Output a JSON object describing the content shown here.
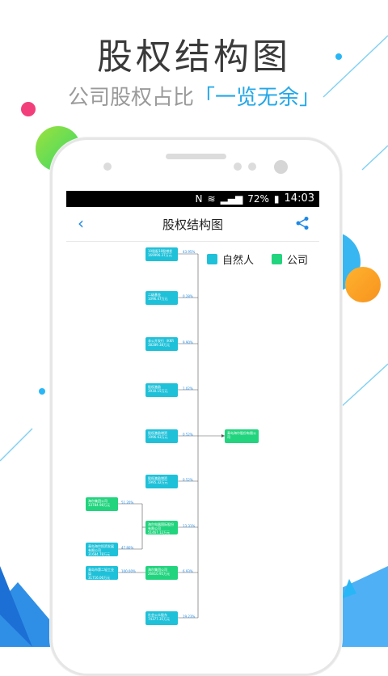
{
  "headline": "股权结构图",
  "subtitle": {
    "prefix": "公司股权占比",
    "highlight": "「一览无余」"
  },
  "status": {
    "time": "14:03",
    "battery": "72%"
  },
  "nav": {
    "title": "股权结构图"
  },
  "legend": [
    {
      "label": "自然人",
      "color": "#1fc1d9"
    },
    {
      "label": "公司",
      "color": "#22d47e"
    }
  ],
  "chart_data": {
    "type": "tree",
    "root": {
      "name": "青岛海尔股份有限公司"
    },
    "shareholders": [
      {
        "name": "10股配10股增发",
        "amount": "169996.37万元",
        "pct": "43.95%",
        "kind": "person"
      },
      {
        "name": "二级基金",
        "amount": "1096.47万元",
        "pct": "0.28%",
        "kind": "person"
      },
      {
        "name": "非公开发行（KKR",
        "amount": "38289.38万元",
        "pct": "9.90%",
        "kind": "person"
      },
      {
        "name": "股权激励",
        "amount": "3930.15万元",
        "pct": "1.02%",
        "kind": "person"
      },
      {
        "name": "股权激励增资",
        "amount": "1996.63万元",
        "pct": "0.52%",
        "kind": "person"
      },
      {
        "name": "股权激励增资",
        "amount": "1995.32万元",
        "pct": "0.52%",
        "kind": "person"
      },
      {
        "name": "海尔电器国际股份有限公司",
        "amount": "51467.12万元",
        "pct": "13.31%",
        "kind": "company"
      },
      {
        "name": "海尔集团公司",
        "amount": "26810.95万元",
        "pct": "6.93%",
        "kind": "company"
      },
      {
        "name": "社会公众股东",
        "amount": "74377.35万元",
        "pct": "19.23%",
        "kind": "person"
      }
    ],
    "second_level": [
      {
        "name": "海尔集团公司",
        "amount": "33784.98万元",
        "pct": "51.20%",
        "kind": "company",
        "to": "海尔电器国际股份有限公司"
      },
      {
        "name": "青岛海尔投资发展有限公司",
        "amount": "31684.78万元",
        "pct": "47.80%",
        "kind": "person",
        "to": "海尔电器国际股份有限公司"
      },
      {
        "name": "青岛市第二轻工业局",
        "amount": "31716.06万元",
        "pct": "100.00%",
        "kind": "person",
        "to": "海尔集团公司"
      }
    ]
  }
}
